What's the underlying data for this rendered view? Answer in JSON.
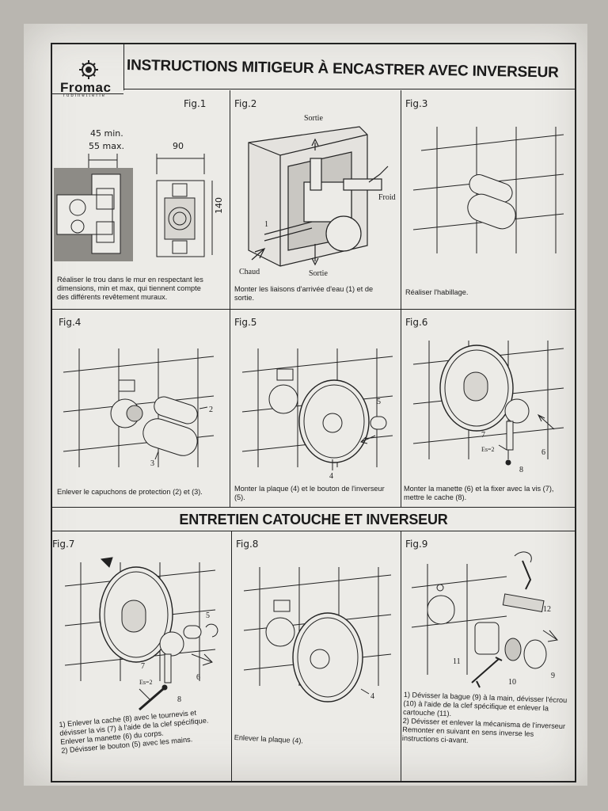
{
  "header": {
    "brand": "Fromac",
    "brand_sub": "robinetterie",
    "title": "INSTRUCTIONS MITIGEUR À ENCASTRER AVEC INVERSEUR"
  },
  "section2_title": "ENTRETIEN CATOUCHE ET INVERSEUR",
  "figures": [
    {
      "label": "Fig.1",
      "caption": [
        "Réaliser le trou dans le mur en respectant les",
        "dimensions, min et max, qui tiennent compte",
        "des différents revêtement muraux."
      ],
      "annotations": {
        "min": "45 min.",
        "max": "55 max.",
        "width": "90",
        "height": "140"
      }
    },
    {
      "label": "Fig.2",
      "caption": [
        "Monter les liaisons d'arrivée d'eau (1) et de",
        "sortie."
      ],
      "annotations": {
        "sortie_top": "Sortie",
        "froid": "Froid",
        "num": "1",
        "chaud": "Chaud",
        "sortie_bottom": "Sortie"
      }
    },
    {
      "label": "Fig.3",
      "caption": [
        "Réaliser l'habillage."
      ]
    },
    {
      "label": "Fig.4",
      "caption": [
        "Enlever le capuchons de protection (2) et (3)."
      ],
      "annotations": {
        "n2": "2",
        "n3": "3"
      }
    },
    {
      "label": "Fig.5",
      "caption": [
        "Monter la plaque (4) et le bouton de l'inverseur",
        "(5)."
      ],
      "annotations": {
        "n4": "4",
        "n5": "5"
      }
    },
    {
      "label": "Fig.6",
      "caption": [
        "Monter la manette (6) et la fixer avec la vis (7),",
        "mettre le cache (8)."
      ],
      "annotations": {
        "n6": "6",
        "n7": "7",
        "n8": "8",
        "es": "Es=2"
      }
    },
    {
      "label": "Fig.7",
      "caption": [
        "1) Enlever la cache (8) avec le tournevis et",
        "dévisser la vis (7) à l'aide de la clef spécifique.",
        "Enlever la manette (6) du corps.",
        "2) Dévisser le bouton (5) avec les mains."
      ],
      "annotations": {
        "n5": "5",
        "n6": "6",
        "n7": "7",
        "n8": "8",
        "es": "Es=2"
      }
    },
    {
      "label": "Fig.8",
      "caption": [
        "Enlever la plaque (4)."
      ],
      "annotations": {
        "n4": "4"
      }
    },
    {
      "label": "Fig.9",
      "caption": [
        "1) Dévisser la bague (9) à la main, dévisser l'écrou",
        "(10) à l'aide de la clef spécifique et enlever la",
        "cartouche (11).",
        "2) Dévisser et enlever la mécanisma de l'inverseur",
        "",
        "Remonter en suivant en sens inverse les",
        "instructions ci-avant."
      ],
      "annotations": {
        "n9": "9",
        "n10": "10",
        "n11": "11",
        "n12": "12"
      }
    }
  ]
}
